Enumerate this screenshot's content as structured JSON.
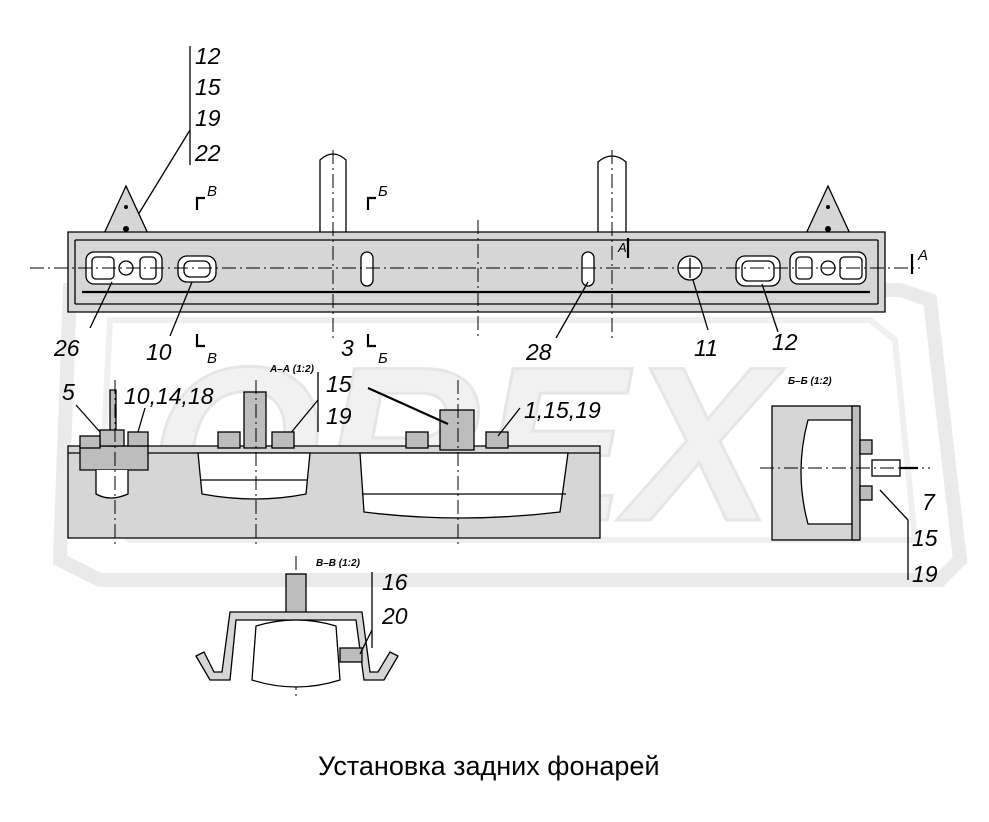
{
  "caption": "Установка задних фонарей",
  "watermark": "OREX",
  "callouts": {
    "top_stack": [
      "12",
      "15",
      "19",
      "22"
    ],
    "beam": [
      "26",
      "10",
      "3",
      "28",
      "11",
      "12"
    ],
    "section_aa_parts": [
      "15",
      "19"
    ],
    "left_parts": [
      "5",
      "10,14,18"
    ],
    "right_parts": "1,15,19",
    "bb_parts": [
      "7",
      "15",
      "19"
    ],
    "vv_parts": [
      "16",
      "20"
    ]
  },
  "section_marks": {
    "v": "В",
    "b": "Б",
    "a": "А"
  },
  "section_titles": {
    "aa": "А–А (1:2)",
    "bb": "Б–Б (1:2)",
    "vv": "В–В (1:2)"
  }
}
